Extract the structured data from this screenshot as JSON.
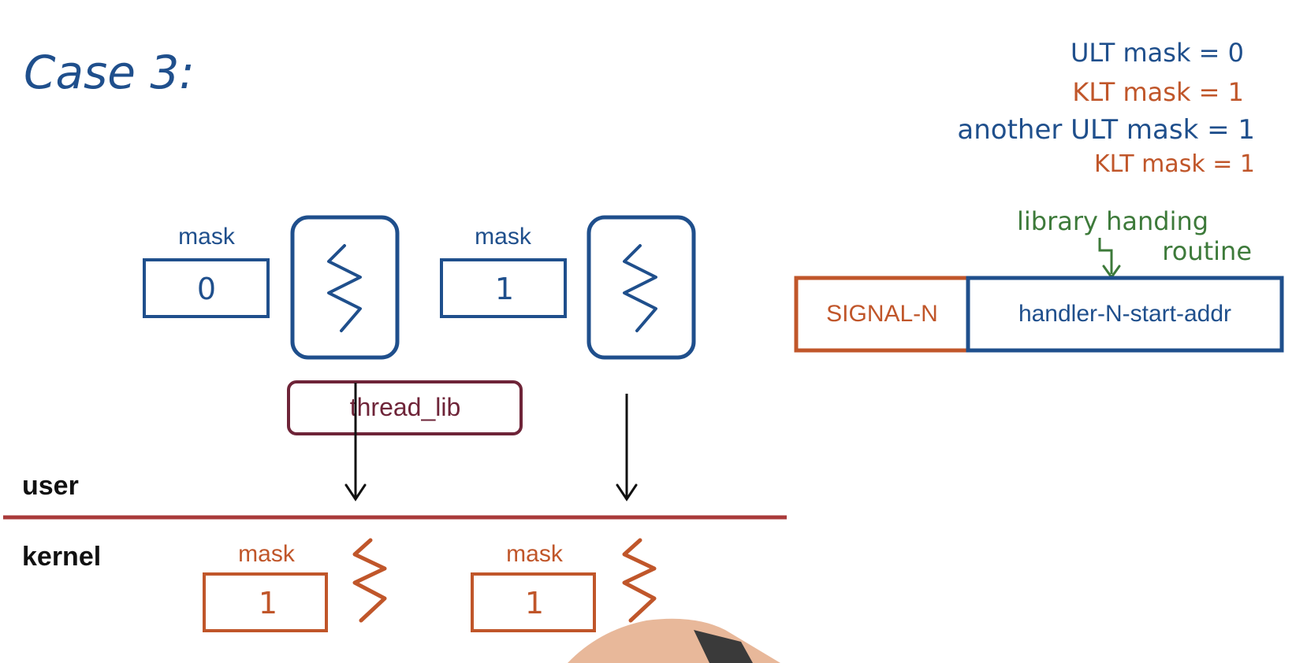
{
  "title": "Case 3:",
  "colors": {
    "blue": "#1f4f8c",
    "orange": "#c0562a",
    "maroon": "#6e2438",
    "red_line": "#a93a3a",
    "green": "#3d7a3a",
    "black": "#111111"
  },
  "user_level": {
    "thread_1": {
      "mask_label": "mask",
      "mask_value": "0"
    },
    "thread_2": {
      "mask_label": "mask",
      "mask_value": "1"
    },
    "library_label": "thread_lib"
  },
  "boundary": {
    "user_label": "user",
    "kernel_label": "kernel"
  },
  "kernel_level": {
    "thread_1": {
      "mask_label": "mask",
      "mask_value": "1"
    },
    "thread_2": {
      "mask_label": "mask",
      "mask_value": "1"
    }
  },
  "notes": {
    "line_1": "ULT mask = 0",
    "line_2": "KLT mask = 1",
    "line_3": "another ULT mask = 1",
    "line_4": "KLT mask = 1",
    "annotation": [
      "library handing",
      "routine"
    ]
  },
  "signal_table": {
    "signal": "SIGNAL-N",
    "handler": "handler-N-start-addr"
  }
}
